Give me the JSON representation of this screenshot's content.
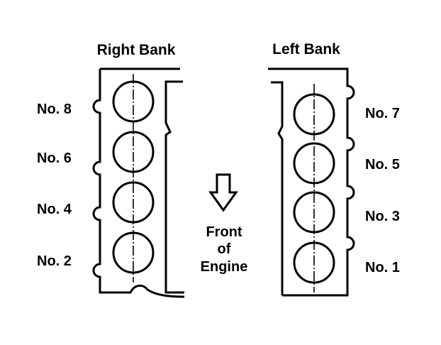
{
  "right_bank": {
    "title": "Right Bank",
    "cylinders": [
      "No. 8",
      "No. 6",
      "No. 4",
      "No. 2"
    ]
  },
  "left_bank": {
    "title": "Left Bank",
    "cylinders": [
      "No. 7",
      "No. 5",
      "No. 3",
      "No. 1"
    ]
  },
  "front": {
    "line1": "Front",
    "line2": "of",
    "line3": "Engine"
  }
}
